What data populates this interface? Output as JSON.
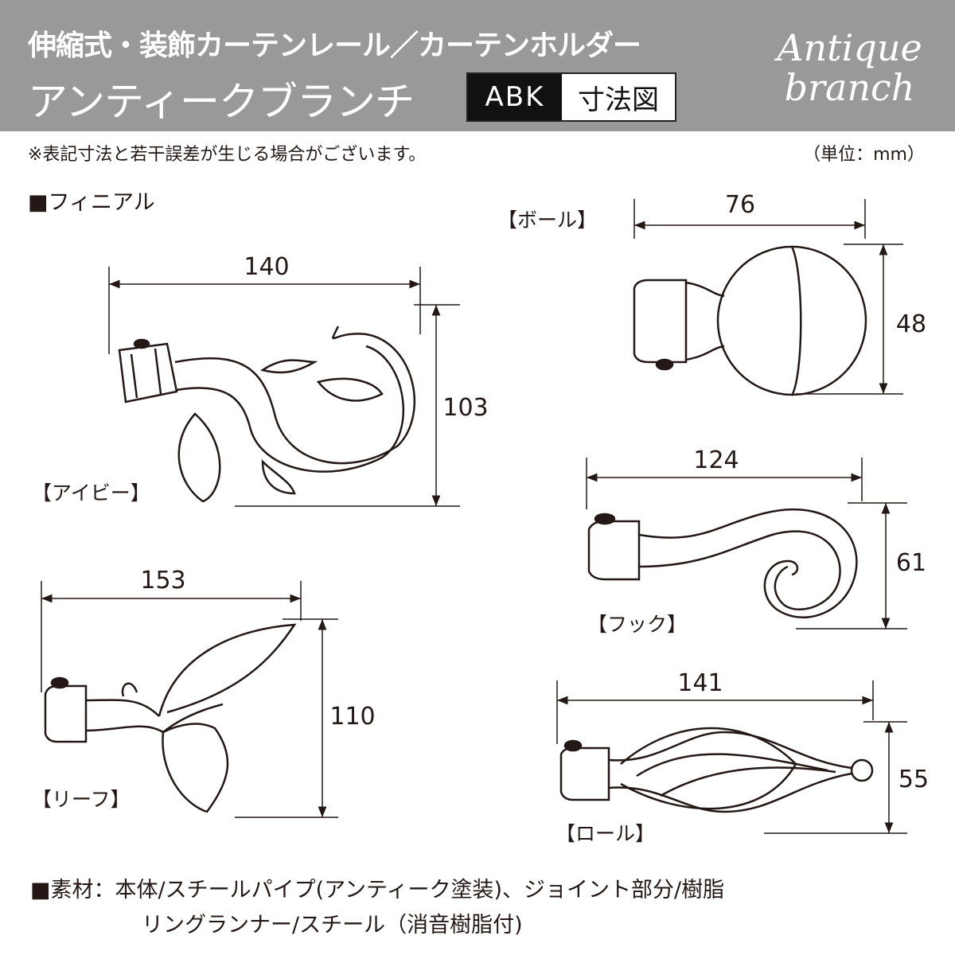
{
  "header": {
    "title_line1": "伸縮式・装飾カーテンレール／カーテンホルダー",
    "title_line2": "アンティークブランチ",
    "badge_code": "ABK",
    "badge_label": "寸法図",
    "logo_text": "Antique branch"
  },
  "note": "※表記寸法と若干誤差が生じる場合がございます。",
  "unit": "（単位：mm）",
  "section_title": "■フィニアル",
  "items": {
    "ivy": {
      "label": "【アイビー】",
      "width": "140",
      "height": "103"
    },
    "ball": {
      "label": "【ボール】",
      "width": "76",
      "height": "48"
    },
    "hook": {
      "label": "【フック】",
      "width": "124",
      "height": "61"
    },
    "leaf": {
      "label": "【リーフ】",
      "width": "153",
      "height": "110"
    },
    "roll": {
      "label": "【ロール】",
      "width": "141",
      "height": "55"
    }
  },
  "materials": {
    "line1": "■素材：本体/スチールパイプ(アンティーク塗装)、ジョイント部分/樹脂",
    "line2": "リングランナー/スチール（消音樹脂付)"
  },
  "colors": {
    "header_bg": "#999999",
    "ink": "#231815"
  }
}
